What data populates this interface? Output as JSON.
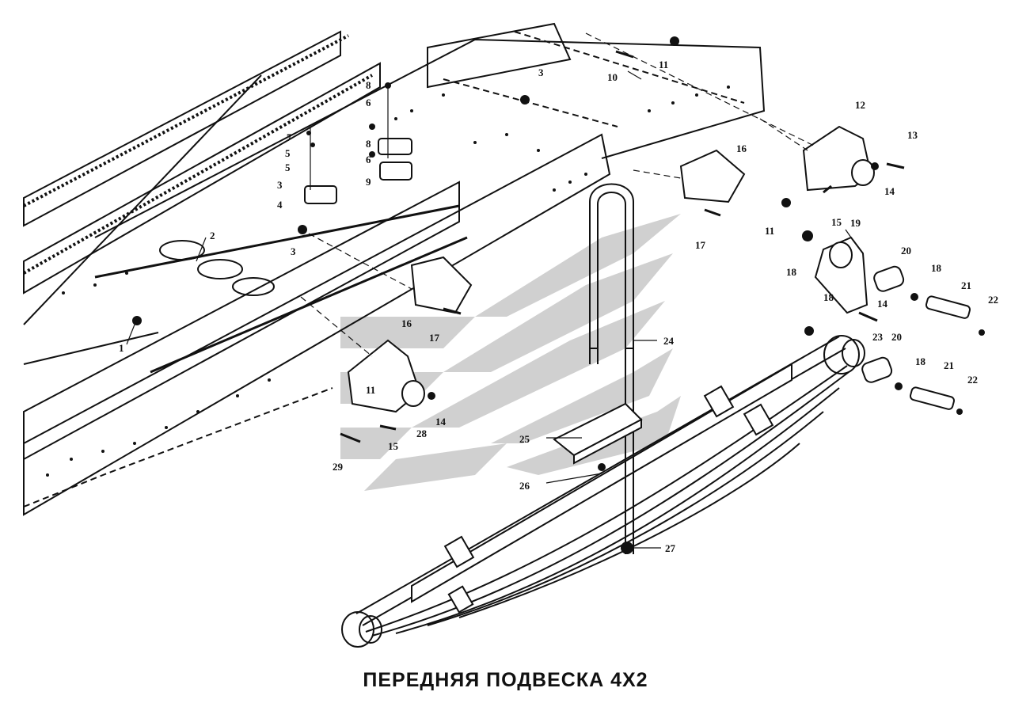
{
  "caption": "ПЕРЕДНЯЯ ПОДВЕСКА 4X2",
  "colors": {
    "ink": "#111111",
    "watermark": "#c8c8c8",
    "background": "#ffffff"
  },
  "watermark_icon": "stylized-s-stripes-logo",
  "callouts": [
    {
      "id": "c1",
      "label": "1"
    },
    {
      "id": "c2",
      "label": "2"
    },
    {
      "id": "c3a",
      "label": "3"
    },
    {
      "id": "c3b",
      "label": "3"
    },
    {
      "id": "c3c",
      "label": "3"
    },
    {
      "id": "c4",
      "label": "4"
    },
    {
      "id": "c5a",
      "label": "5"
    },
    {
      "id": "c5b",
      "label": "5"
    },
    {
      "id": "c6a",
      "label": "6"
    },
    {
      "id": "c6b",
      "label": "6"
    },
    {
      "id": "c7",
      "label": "7"
    },
    {
      "id": "c8a",
      "label": "8"
    },
    {
      "id": "c8b",
      "label": "8"
    },
    {
      "id": "c9",
      "label": "9"
    },
    {
      "id": "c10",
      "label": "10"
    },
    {
      "id": "c11a",
      "label": "11"
    },
    {
      "id": "c11b",
      "label": "11"
    },
    {
      "id": "c11c",
      "label": "11"
    },
    {
      "id": "c12",
      "label": "12"
    },
    {
      "id": "c13",
      "label": "13"
    },
    {
      "id": "c14a",
      "label": "14"
    },
    {
      "id": "c14b",
      "label": "14"
    },
    {
      "id": "c14c",
      "label": "14"
    },
    {
      "id": "c15a",
      "label": "15"
    },
    {
      "id": "c15b",
      "label": "15"
    },
    {
      "id": "c16a",
      "label": "16"
    },
    {
      "id": "c16b",
      "label": "16"
    },
    {
      "id": "c17a",
      "label": "17"
    },
    {
      "id": "c17b",
      "label": "17"
    },
    {
      "id": "c18a",
      "label": "18"
    },
    {
      "id": "c18b",
      "label": "18"
    },
    {
      "id": "c18c",
      "label": "18"
    },
    {
      "id": "c18d",
      "label": "18"
    },
    {
      "id": "c19",
      "label": "19"
    },
    {
      "id": "c20a",
      "label": "20"
    },
    {
      "id": "c20b",
      "label": "20"
    },
    {
      "id": "c21a",
      "label": "21"
    },
    {
      "id": "c21b",
      "label": "21"
    },
    {
      "id": "c22a",
      "label": "22"
    },
    {
      "id": "c22b",
      "label": "22"
    },
    {
      "id": "c23",
      "label": "23"
    },
    {
      "id": "c24",
      "label": "24"
    },
    {
      "id": "c25",
      "label": "25"
    },
    {
      "id": "c26",
      "label": "26"
    },
    {
      "id": "c27",
      "label": "27"
    },
    {
      "id": "c28",
      "label": "28"
    },
    {
      "id": "c29",
      "label": "29"
    }
  ]
}
